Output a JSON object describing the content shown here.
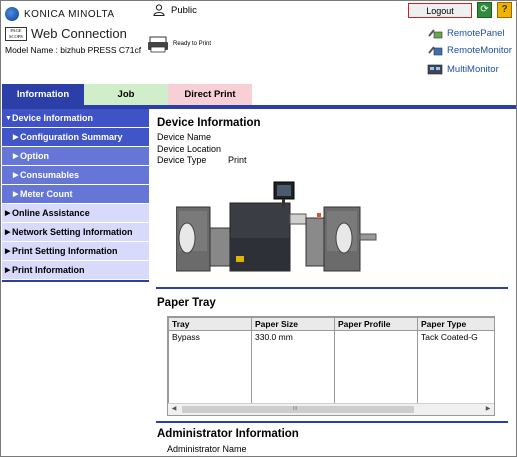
{
  "header": {
    "brand": "KONICA MINOLTA",
    "pagescope_logo": "PAGE SCOPE",
    "app_title": "Web Connection",
    "model_label": "Model Name : bizhub PRESS C71cf",
    "printer_status": "Ready to Print",
    "user_label": "Public",
    "logout_label": "Logout",
    "links": {
      "remote_panel": "RemotePanel",
      "remote_monitor": "RemoteMonitor",
      "multi_monitor": "MultiMonitor"
    }
  },
  "tabs": [
    {
      "label": "Information"
    },
    {
      "label": "Job"
    },
    {
      "label": "Direct Print"
    }
  ],
  "sidebar": {
    "device_information": "Device Information",
    "configuration_summary": "Configuration Summary",
    "option": "Option",
    "consumables": "Consumables",
    "meter_count": "Meter Count",
    "online_assistance": "Online Assistance",
    "network_setting_information": "Network Setting Information",
    "print_setting_information": "Print Setting Information",
    "print_information": "Print Information"
  },
  "device_info": {
    "heading": "Device Information",
    "rows": [
      {
        "label": "Device Name",
        "value": ""
      },
      {
        "label": "Device Location",
        "value": ""
      },
      {
        "label": "Device Type",
        "value": "Print"
      }
    ]
  },
  "paper_tray": {
    "heading": "Paper Tray",
    "columns": [
      "Tray",
      "Paper Size",
      "Paper Profile",
      "Paper Type"
    ],
    "rows": [
      [
        "Bypass",
        "330.0 mm",
        "",
        "Tack Coated-G"
      ]
    ],
    "scroll_grip": "III"
  },
  "admin_info": {
    "heading": "Administrator Information",
    "name_label": "Administrator Name"
  },
  "colors": {
    "primary_blue": "#2c3fa8",
    "job_tab": "#cfeec9",
    "direct_print_tab": "#f6d0d5",
    "logout_border": "#d21f1f"
  }
}
